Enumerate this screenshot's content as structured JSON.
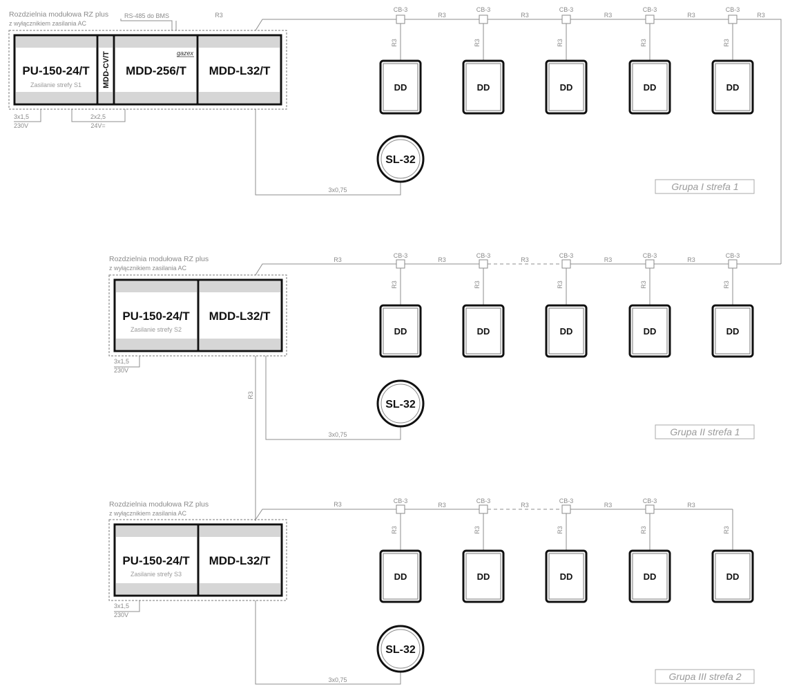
{
  "board_title": "Rozdzielnia modułowa RZ plus",
  "board_subtitle": "z wyłącznikiem zasilania AC",
  "bms_label": "RS-485 do BMS",
  "r3": "R3",
  "cb": "CB-3",
  "dd": "DD",
  "sl": "SL-32",
  "cable_sl": "3x0,75",
  "power_cable": "3x1,5",
  "power_voltage": "230V",
  "dc_cable": "2x2,5",
  "dc_voltage": "24V=",
  "brand": "gazex",
  "modules": {
    "pu": "PU-150-24/T",
    "cv": "MDD-CV/T",
    "mdd256": "MDD-256/T",
    "l32": "MDD-L32/T"
  },
  "zones": {
    "s1": "Zasilanie strefy S1",
    "s2": "Zasilanie strefy S2",
    "s3": "Zasilanie strefy S3"
  },
  "groups": {
    "g1": "Grupa I strefa 1",
    "g2": "Grupa II strefa 1",
    "g3": "Grupa III strefa 2"
  }
}
